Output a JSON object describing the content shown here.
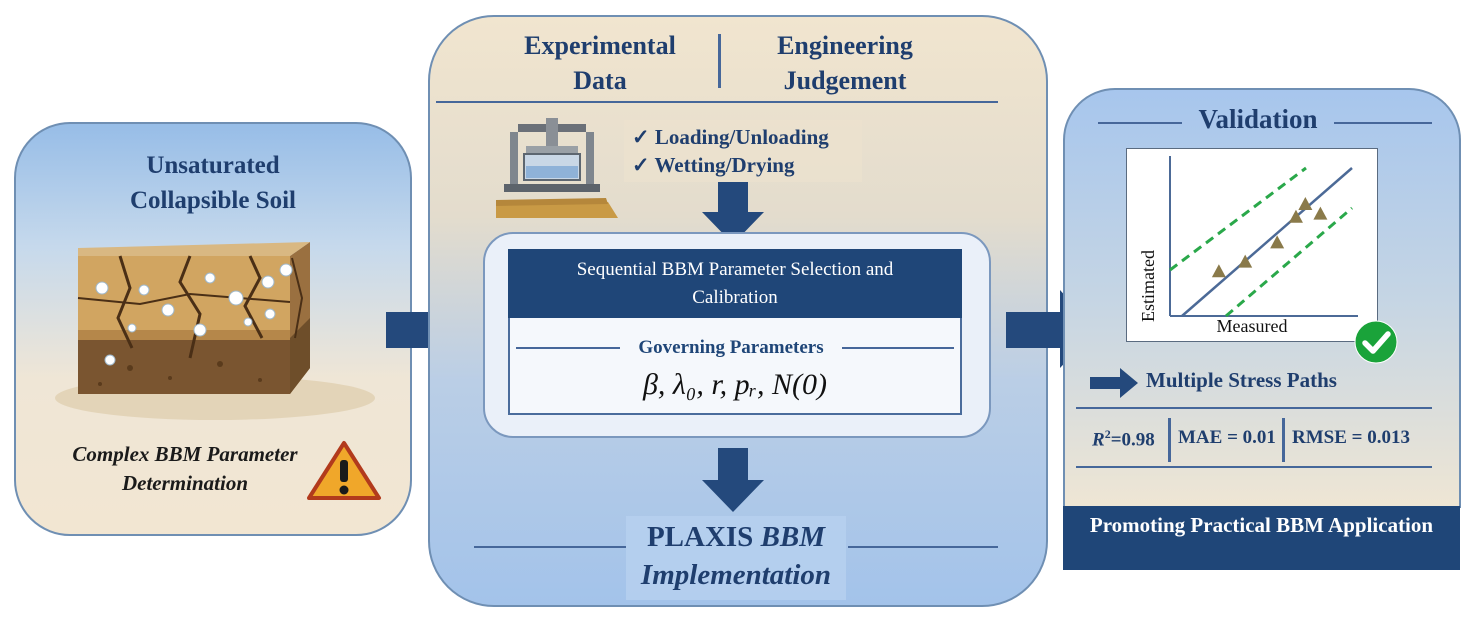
{
  "left_panel": {
    "title_line1": "Unsaturated",
    "title_line2": "Collapsible Soil",
    "caption_line1": "Complex BBM Parameter",
    "caption_line2": "Determination"
  },
  "middle_panel": {
    "header_left_line1": "Experimental",
    "header_left_line2": "Data",
    "header_right_line1": "Engineering",
    "header_right_line2": "Judgement",
    "tests": [
      "✓ Loading/Unloading",
      "✓ Wetting/Drying"
    ],
    "calibration_title_line1": "Sequential BBM Parameter Selection and",
    "calibration_title_line2": "Calibration",
    "governing_label": "Governing Parameters",
    "parameters": "β, λ₀, r, pᵣ, N(0)",
    "plaxis_bold": "PLAXIS",
    "plaxis_italic": "BBM",
    "implementation": "Implementation"
  },
  "right_panel": {
    "title": "Validation",
    "plot_xlabel": "Measured",
    "plot_ylabel": "Estimated",
    "stress_paths": "Multiple Stress Paths",
    "metric_r2_symbol": "R",
    "metric_r2_sup": "2",
    "metric_r2_value": "=0.98",
    "metric_mae": "MAE = 0.01",
    "metric_rmse": "RMSE = 0.013",
    "footer": "Promoting Practical BBM Application"
  },
  "chart_data": {
    "type": "scatter",
    "xlabel": "Measured",
    "ylabel": "Estimated",
    "points": [
      [
        0.26,
        0.28
      ],
      [
        0.4,
        0.34
      ],
      [
        0.57,
        0.46
      ],
      [
        0.67,
        0.62
      ],
      [
        0.72,
        0.7
      ],
      [
        0.8,
        0.64
      ]
    ],
    "reference_line": "1:1",
    "bounds": "dashed ±band"
  },
  "colors": {
    "navy": "#1f4678",
    "title_blue": "#1f3e6e",
    "arrow": "#24497c",
    "check_green": "#1aa33a",
    "dashed_green": "#2aa84a",
    "marker": "#8a7a4a",
    "warning": "#f0a72a"
  }
}
